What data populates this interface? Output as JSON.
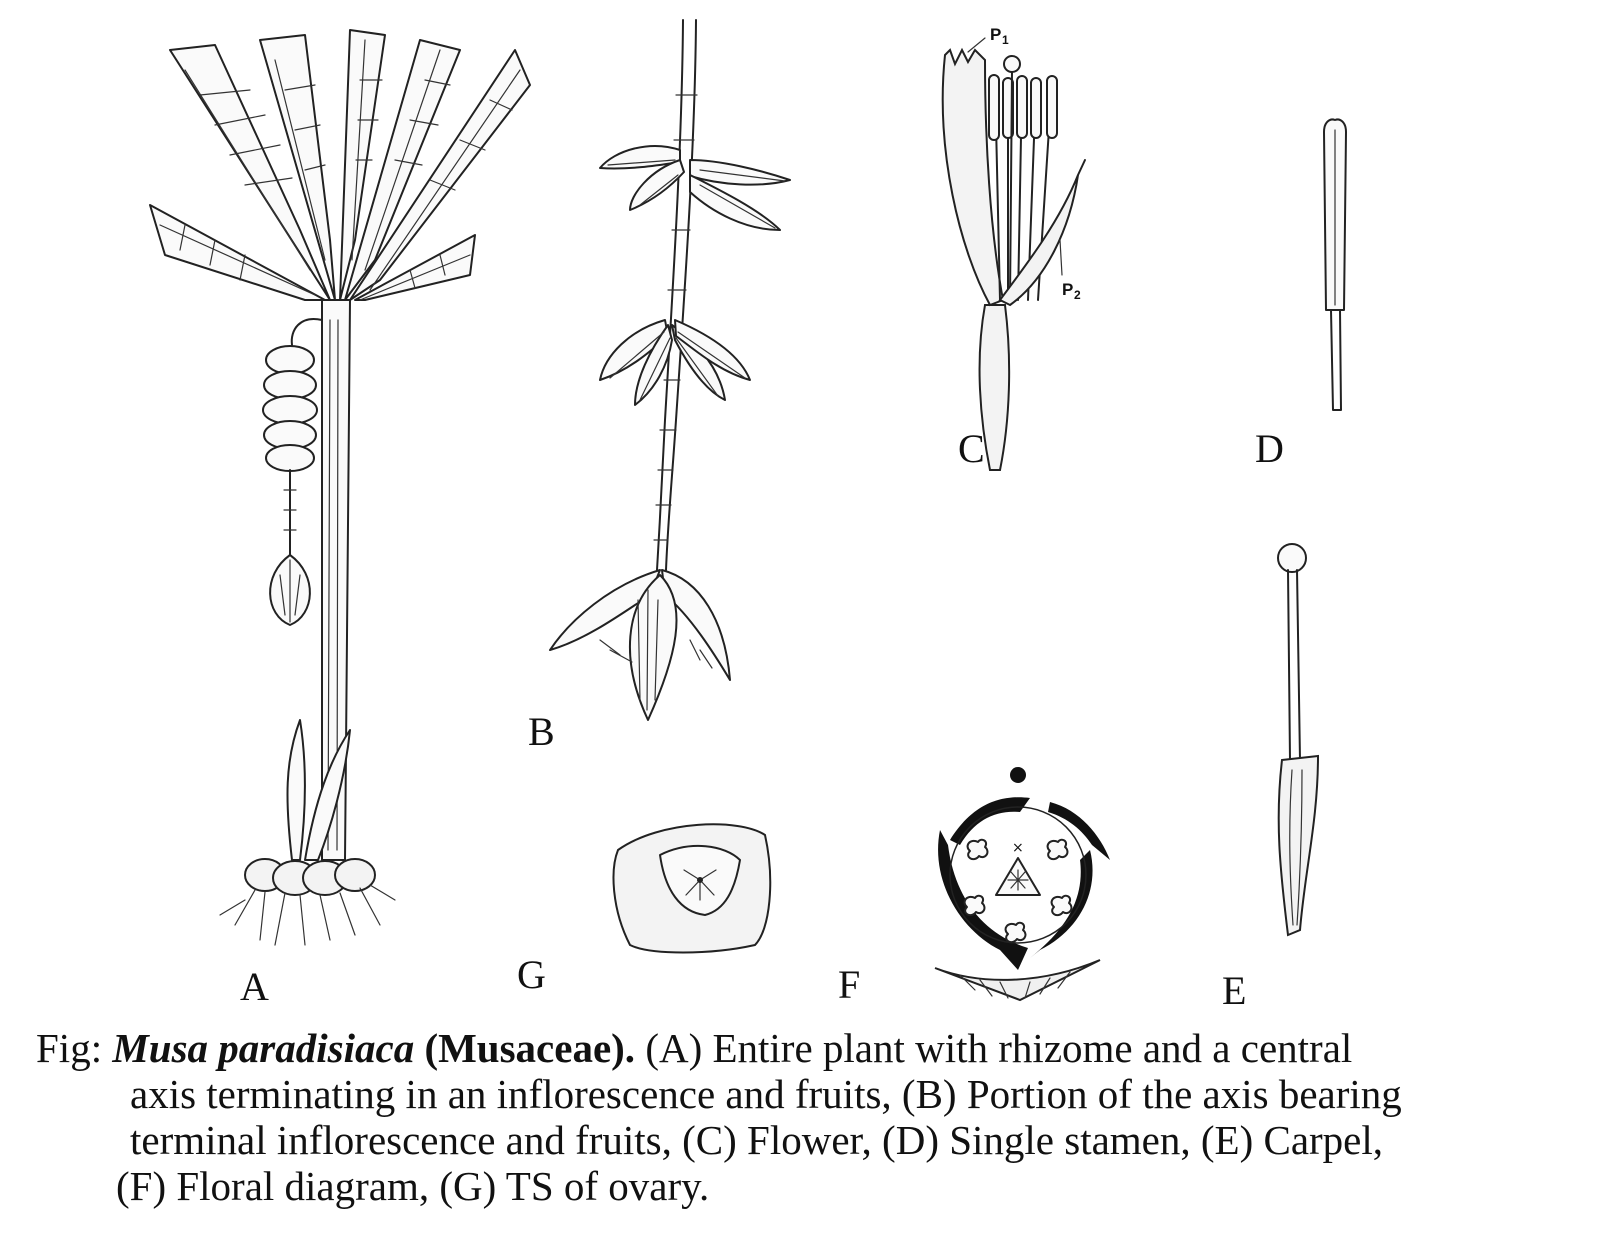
{
  "panels": {
    "a": "A",
    "b": "B",
    "c": "C",
    "d": "D",
    "e": "E",
    "f": "F",
    "g": "G"
  },
  "flower_labels": {
    "p1_main": "P",
    "p1_sub": "1",
    "p2_main": "P",
    "p2_sub": "2"
  },
  "floral_diagram": {
    "center_mark": "×"
  },
  "caption": {
    "prefix": "Fig: ",
    "species": "Musa paradisiaca",
    "family": " (Musaceae).",
    "line1_rest": " (A) Entire plant with rhizome and a central",
    "line2": "axis terminating in an inflorescence and fruits, (B) Portion of the axis bearing",
    "line3": "terminal inflorescence and fruits, (C) Flower, (D) Single stamen, (E) Carpel,",
    "line4": "(F) Floral diagram, (G) TS of ovary."
  }
}
